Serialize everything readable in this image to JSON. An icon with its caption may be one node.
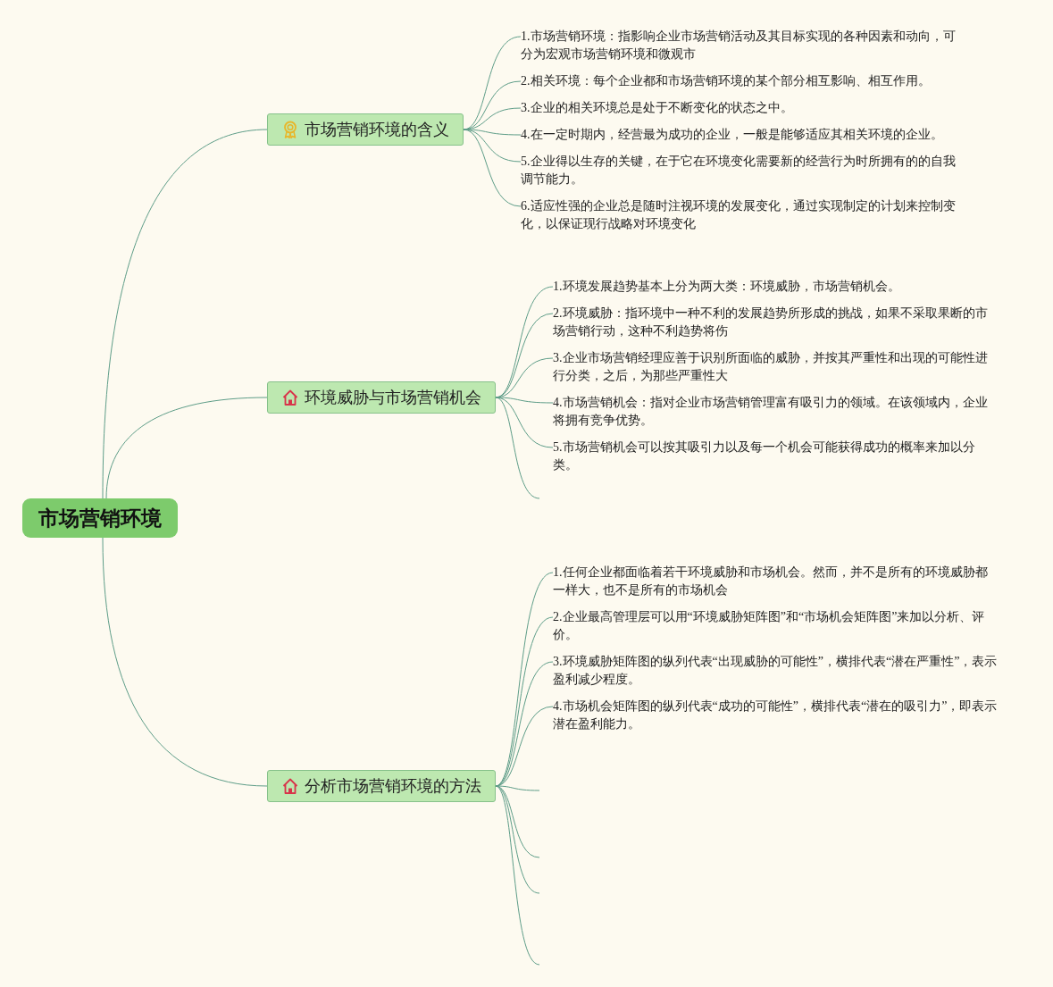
{
  "diagram": {
    "nodes": [
      {
        "text": [
          "市场营销环境"
        ]
      },
      {
        "text": [
          "市场营销环境的含义"
        ]
      },
      {
        "text": [
          "环境威胁与市场营销机会"
        ]
      },
      {
        "text": [
          "分析市场营销环境的方法"
        ]
      },
      {
        "text": [
          "1.市场营销环境：指影响企业市场营销活动及其目标实现的各种因素和动向，可分为宏观市场营销环境和微观市"
        ]
      },
      {
        "text": [
          "2.相关环境：每个企业都和市场营销环境的某个部分相互影响、相互作用。"
        ]
      },
      {
        "text": [
          "3.企业的相关环境总是处于不断变化的状态之中。"
        ]
      },
      {
        "text": [
          "4.在一定时期内，经营最为成功的企业，一般是能够适应其相关环境的企业。"
        ]
      },
      {
        "text": [
          "5.企业得以生存的关键，在于它在环境变化需要新的经营行为时所拥有的的自我调节能力。"
        ]
      },
      {
        "text": [
          "6.适应性强的企业总是随时注视环境的发展变化，通过实现制定的计划来控制变化，以保证现行战略对环境变化"
        ]
      },
      {
        "text": [
          "1.环境发展趋势基本上分为两大类：环境威胁，市场营销机会。"
        ]
      },
      {
        "text": [
          "2.环境威胁：指环境中一种不利的发展趋势所形成的挑战，如果不采取果断的市场营销行动，这种不利趋势将伤"
        ]
      },
      {
        "text": [
          "3.企业市场营销经理应善于识别所面临的威胁，并按其严重性和出现的可能性进行分类，之后，为那些严重性大"
        ]
      },
      {
        "text": [
          "4.市场营销机会：指对企业市场营销管理富有吸引力的领域。在该领域内，企业将拥有竞争优势。"
        ]
      },
      {
        "text": [
          "5.市场营销机会可以按其吸引力以及每一个机会可能获得成功的概率来加以分类。"
        ]
      },
      {
        "text": [
          "1.任何企业都面临着若干环境威胁和市场机会。然而，并不是所有的环境威胁都一样大，也不是所有的市场机会"
        ]
      },
      {
        "text": [
          "2.企业最高管理层可以用“环境威胁矩阵图”和“市场机会矩阵图”来加以分析、评价。"
        ]
      },
      {
        "text": [
          "3.环境威胁矩阵图的纵列代表“出现威胁的可能性”，横排代表“潜在严重性”，表示盈利减少程度。"
        ]
      },
      {
        "text": [
          "4.市场机会矩阵图的纵列代表“成功的可能性”，横排代表“潜在的吸引力”，即表示潜在盈利能力。"
        ]
      }
    ],
    "edges": [
      {
        "from": 0,
        "to": 1,
        "arrow": "none"
      },
      {
        "from": 0,
        "to": 2,
        "arrow": "none"
      },
      {
        "from": 0,
        "to": 3,
        "arrow": "none"
      },
      {
        "from": 1,
        "to": 4,
        "arrow": "none"
      },
      {
        "from": 1,
        "to": 5,
        "arrow": "none"
      },
      {
        "from": 1,
        "to": 6,
        "arrow": "none"
      },
      {
        "from": 1,
        "to": 7,
        "arrow": "none"
      },
      {
        "from": 1,
        "to": 8,
        "arrow": "none"
      },
      {
        "from": 1,
        "to": 9,
        "arrow": "none"
      },
      {
        "from": 2,
        "to": 10,
        "arrow": "none"
      },
      {
        "from": 2,
        "to": 11,
        "arrow": "none"
      },
      {
        "from": 2,
        "to": 12,
        "arrow": "none"
      },
      {
        "from": 2,
        "to": 13,
        "arrow": "none"
      },
      {
        "from": 2,
        "to": 14,
        "arrow": "none"
      },
      {
        "from": 2,
        "to": null,
        "arrow": "none"
      },
      {
        "from": 3,
        "to": 15,
        "arrow": "none"
      },
      {
        "from": 3,
        "to": 16,
        "arrow": "none"
      },
      {
        "from": 3,
        "to": 17,
        "arrow": "none"
      },
      {
        "from": 3,
        "to": 18,
        "arrow": "none"
      },
      {
        "from": 3,
        "to": null,
        "arrow": "none"
      },
      {
        "from": 3,
        "to": null,
        "arrow": "none"
      },
      {
        "from": 3,
        "to": null,
        "arrow": "none"
      },
      {
        "from": 3,
        "to": null,
        "arrow": "none"
      }
    ]
  }
}
